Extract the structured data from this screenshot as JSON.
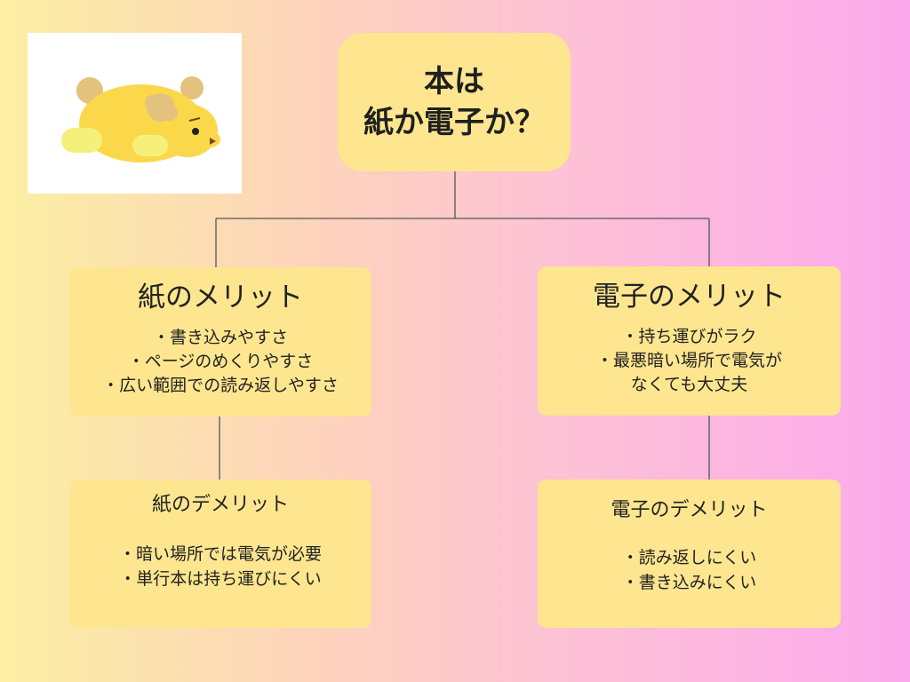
{
  "root": {
    "line1": "本は",
    "line2": "紙か電子か？"
  },
  "paper_merit": {
    "title": "紙のメリット",
    "items": [
      "・書き込みやすさ",
      "・ページのめくりやすさ",
      "・広い範囲での読み返しやすさ"
    ]
  },
  "digital_merit": {
    "title": "電子のメリット",
    "items": [
      "・持ち運びがラク",
      "・最悪暗い場所で電気が",
      "なくても大丈夫"
    ]
  },
  "paper_demerit": {
    "title": "紙のデメリット",
    "items": [
      "・暗い場所では電気が必要",
      "・単行本は持ち運びにくい"
    ]
  },
  "digital_demerit": {
    "title": "電子のデメリット",
    "items": [
      "・読み返しにくい",
      "・書き込みにくい"
    ]
  },
  "colors": {
    "box_fill": "#fde68f",
    "connector": "#555555",
    "mascot_body": "#fbd84a",
    "mascot_ears": "#e2c27c",
    "mascot_paws": "#f5f07a"
  },
  "icons": {
    "mascot": "sleeping-yellow-dog-illustration"
  }
}
